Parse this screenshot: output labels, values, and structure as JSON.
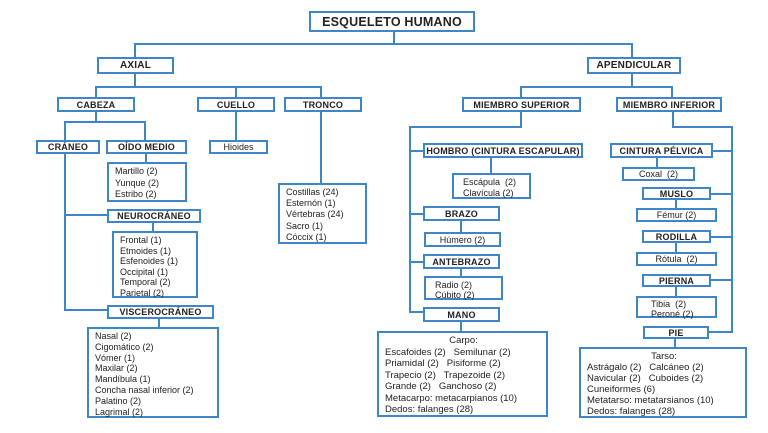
{
  "title": "ESQUELETO HUMANO",
  "colors": {
    "line": "#3f86c8",
    "text": "#222222",
    "box_bg": "#ffffff"
  },
  "axial": {
    "label": "AXIAL",
    "cabeza": {
      "label": "CABEZA",
      "craneo": {
        "label": "CRÁNEO",
        "neurocraneo": {
          "label": "NEUROCRÁNEO",
          "items": [
            "Frontal (1)",
            "Etmoides (1)",
            "Esfenoides (1)",
            "Occipital (1)",
            "Temporal (2)",
            "Parietal (2)"
          ]
        },
        "viscerocraneo": {
          "label": "VISCEROCRÁNEO",
          "items": [
            "Nasal (2)",
            "Cigomático (2)",
            "Vómer (1)",
            "Maxilar (2)",
            "Mandíbula (1)",
            "Concha nasal inferior (2)",
            "Palatino (2)",
            "Lagrimal (2)"
          ]
        }
      },
      "oido_medio": {
        "label": "OÍDO MEDIO",
        "items": [
          "Martillo (2)",
          "Yunque (2)",
          "Estribo (2)"
        ]
      }
    },
    "cuello": {
      "label": "CUELLO",
      "hioides": "Hioides"
    },
    "tronco": {
      "label": "TRONCO",
      "items": [
        "Costillas (24)",
        "Esternón (1)",
        "Vértebras (24)",
        "Sacro (1)",
        "Cóccix (1)"
      ]
    }
  },
  "apendicular": {
    "label": "APENDICULAR",
    "miembro_superior": {
      "label": "MIEMBRO SUPERIOR",
      "hombro": {
        "label": "HOMBRO (CINTURA ESCAPULAR)",
        "items": [
          "Escápula  (2)",
          "Clavícula (2)"
        ]
      },
      "brazo": {
        "label": "BRAZO",
        "items": [
          "Húmero (2)"
        ]
      },
      "antebrazo": {
        "label": "ANTEBRAZO",
        "items": [
          "Radio (2)",
          "Cúbito (2)"
        ]
      },
      "mano": {
        "label": "MANO",
        "group_header": "Carpo:",
        "items": [
          "Escafoides (2)   Semilunar (2)",
          "Priamidal (2)   Pisiforme (2)",
          "Trapecio (2)   Trapezoide (2)",
          "Grande (2)   Ganchoso (2)",
          "Metacarpo: metacarpianos (10)",
          "Dedos: falanges (28)"
        ]
      }
    },
    "miembro_inferior": {
      "label": "MIEMBRO INFERIOR",
      "cintura_pelvica": {
        "label": "CINTURA PÉLVICA",
        "items": [
          "Coxal  (2)"
        ]
      },
      "muslo": {
        "label": "MUSLO",
        "items": [
          "Fémur (2)"
        ]
      },
      "rodilla": {
        "label": "RODILLA",
        "items": [
          "Rótula  (2)"
        ]
      },
      "pierna": {
        "label": "PIERNA",
        "items": [
          "Tibia  (2)",
          "Peroné (2)"
        ]
      },
      "pie": {
        "label": "PIE",
        "group_header": "Tarso:",
        "items": [
          "Astrágalo (2)   Calcáneo (2)",
          "Navicular (2)   Cuboides (2)",
          "Cuneiformes (6)",
          "Metatarso: metatarsianos (10)",
          "Dedos: falanges (28)"
        ]
      }
    }
  }
}
